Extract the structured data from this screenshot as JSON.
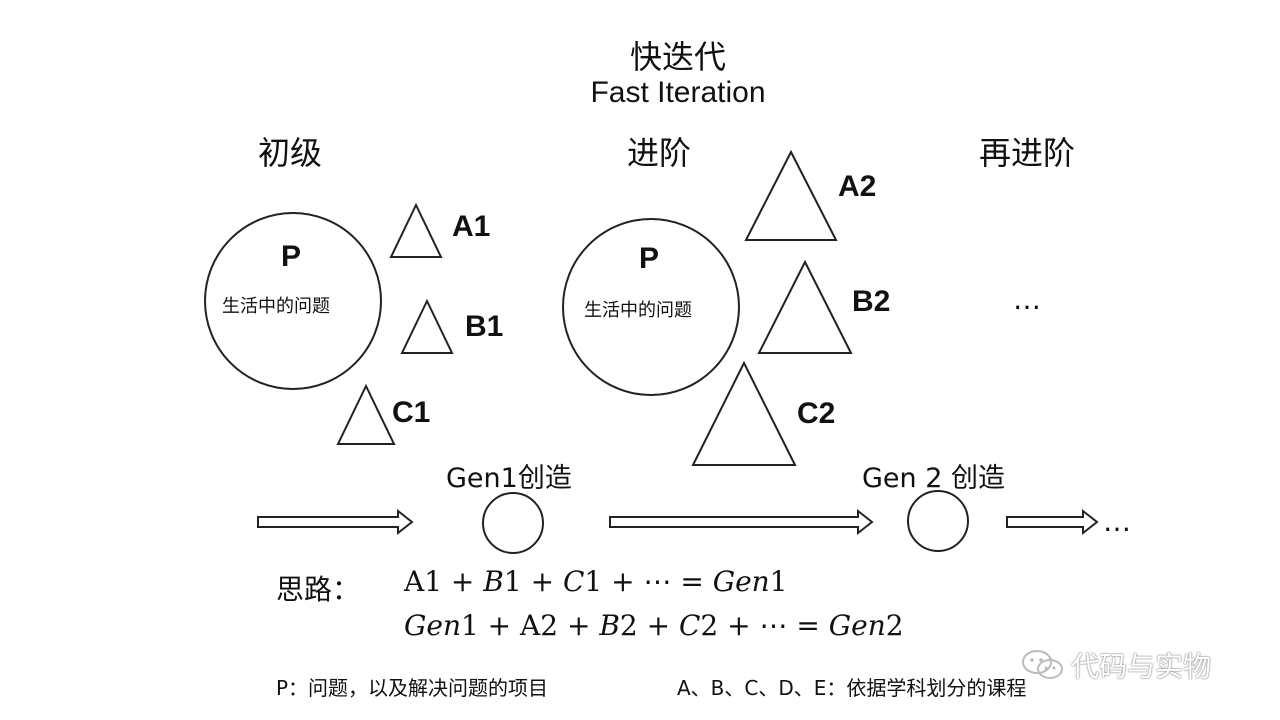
{
  "title": {
    "chinese": "快迭代",
    "english": "Fast Iteration"
  },
  "stages": {
    "stage1": "初级",
    "stage2": "进阶",
    "stage3": "再进阶"
  },
  "circles": {
    "p_label": "P",
    "p_subtitle": "生活中的问题"
  },
  "triangles": {
    "a1": "A1",
    "b1": "B1",
    "c1": "C1",
    "a2": "A2",
    "b2": "B2",
    "c2": "C2"
  },
  "ellipsis_mid": "…",
  "ellipsis_end": "…",
  "gens": {
    "gen1": "Gen1创造",
    "gen2": "Gen 2 创造"
  },
  "formula": {
    "lead": "思路：",
    "line1": "A1 + 𝐵1 + 𝐶1 + ⋯ = 𝐺𝑒𝑛1",
    "line2": "𝐺𝑒𝑛1 + A2 + 𝐵2 + 𝐶2 + ⋯ = 𝐺𝑒𝑛2"
  },
  "footnote": {
    "p_note": "P：问题，以及解决问题的项目",
    "abcde_note": "A、B、C、D、E：依据学科划分的课程"
  },
  "watermark": {
    "text": "代码与实物",
    "icon": "wechat-icon"
  }
}
